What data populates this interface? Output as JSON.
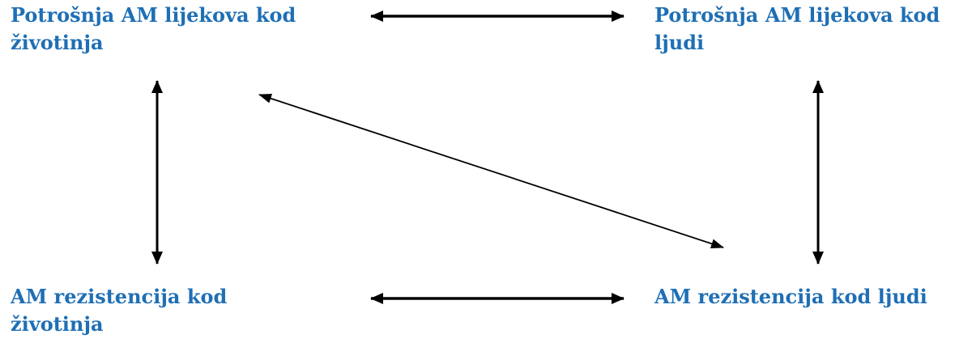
{
  "diagram": {
    "text_color": "#1f6fb4",
    "arrow_color": "#000000",
    "nodes": {
      "top_left": "Potrošnja AM lijekova kod\nživotinja",
      "top_right": "Potrošnja AM lijekova kod\nljudi",
      "bottom_left": "AM rezistencija kod\nživotinja",
      "bottom_right": "AM rezistencija kod ljudi"
    }
  }
}
